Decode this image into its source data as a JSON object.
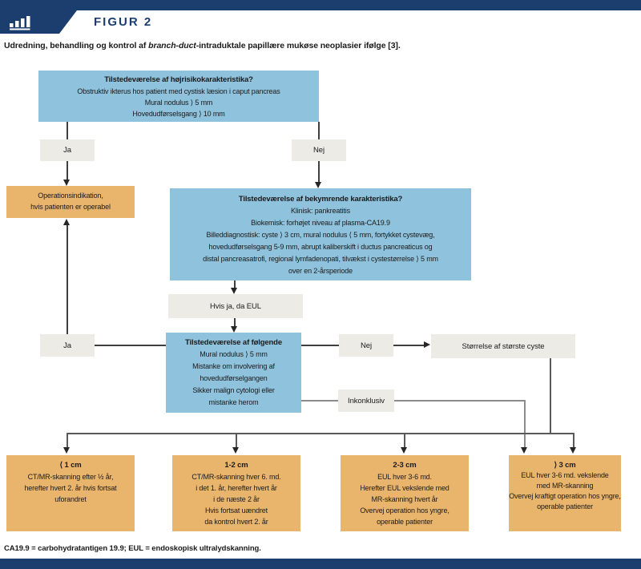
{
  "colors": {
    "navy": "#1c3e6e",
    "box_blue": "#8fc2dc",
    "box_orange": "#e9b46c",
    "box_gray": "#edebe6",
    "text": "#1b1b1b",
    "line": "#3f3f3f",
    "line_mid": "#5a5a5a",
    "line_light": "#8c8c8c",
    "arrow": "#262626"
  },
  "header": {
    "figure_label": "FIGUR 2",
    "icon": "bar-chart-icon"
  },
  "subtitle": {
    "prefix": "Udredning, behandling og kontrol af ",
    "italic": "branch-duct",
    "suffix": "-intraduktale papillære mukøse neoplasier ifølge [3]."
  },
  "flow": {
    "labels": {
      "ja": "Ja",
      "nej": "Nej",
      "if_yes_eul": "Hvis ja, da EUL",
      "cyst_size": "Størrelse af største cyste",
      "inconclusive": "Inkonklusiv"
    },
    "high_risk": {
      "title": "Tilstedeværelse af højrisikokarakteristika?",
      "lines": [
        "Obstruktiv ikterus hos patient med cystisk læsion i caput pancreas",
        "Mural nodulus ⟩ 5 mm",
        "Hovedudførselsgang ⟩ 10 mm"
      ]
    },
    "operation": {
      "lines": [
        "Operationsindikation,",
        "hvis patienten er operabel"
      ]
    },
    "worrisome": {
      "title": "Tilstedeværelse af bekymrende karakteristika?",
      "lines": [
        "Klinisk: pankreatitis",
        "Biokemisk: forhøjet niveau af plasma-CA19.9",
        "Billeddiagnostisk: cyste ⟩ 3 cm, mural nodulus ⟨ 5 mm, fortykket cystevæg,",
        "hovedudførselsgang 5-9 mm, abrupt kaliberskift i ductus pancreaticus og",
        "distal pancreasatrofi, regional lymfadenopati, tilvækst i cystestørrelse ⟩ 5 mm",
        "over en 2-årsperiode"
      ]
    },
    "following": {
      "title": "Tilstedeværelse af følgende",
      "lines": [
        "Mural nodulus ⟩ 5 mm",
        "Mistanke om involvering af",
        "hovedudførselgangen",
        "Sikker malign cytologi eller",
        "mistanke herom"
      ]
    },
    "size_lt1": {
      "title": "⟨ 1 cm",
      "lines": [
        "CT/MR-skanning efter ½ år,",
        "herefter hvert 2. år hvis fortsat",
        "uforandret"
      ]
    },
    "size_1to2": {
      "title": "1-2 cm",
      "lines": [
        "CT/MR-skanning hver 6. md.",
        "i det 1. år, herefter hvert år",
        "i de næste 2 år",
        "Hvis fortsat uændret",
        "da kontrol hvert 2. år"
      ]
    },
    "size_2to3": {
      "title": "2-3 cm",
      "lines": [
        "EUL hver 3-6 md.",
        "Herefter EUL vekslende med",
        "MR-skanning hvert år",
        "Overvej operation hos yngre,",
        "operable patienter"
      ]
    },
    "size_gt3": {
      "title": "⟩ 3 cm",
      "lines": [
        "EUL hver 3-6 md. vekslende",
        "med MR-skanning",
        "Overvej kraftigt operation hos yngre,",
        "operable patienter"
      ]
    }
  },
  "footnote": "CA19.9 = carbohydratantigen 19.9; EUL = endoskopisk ultralydskanning."
}
